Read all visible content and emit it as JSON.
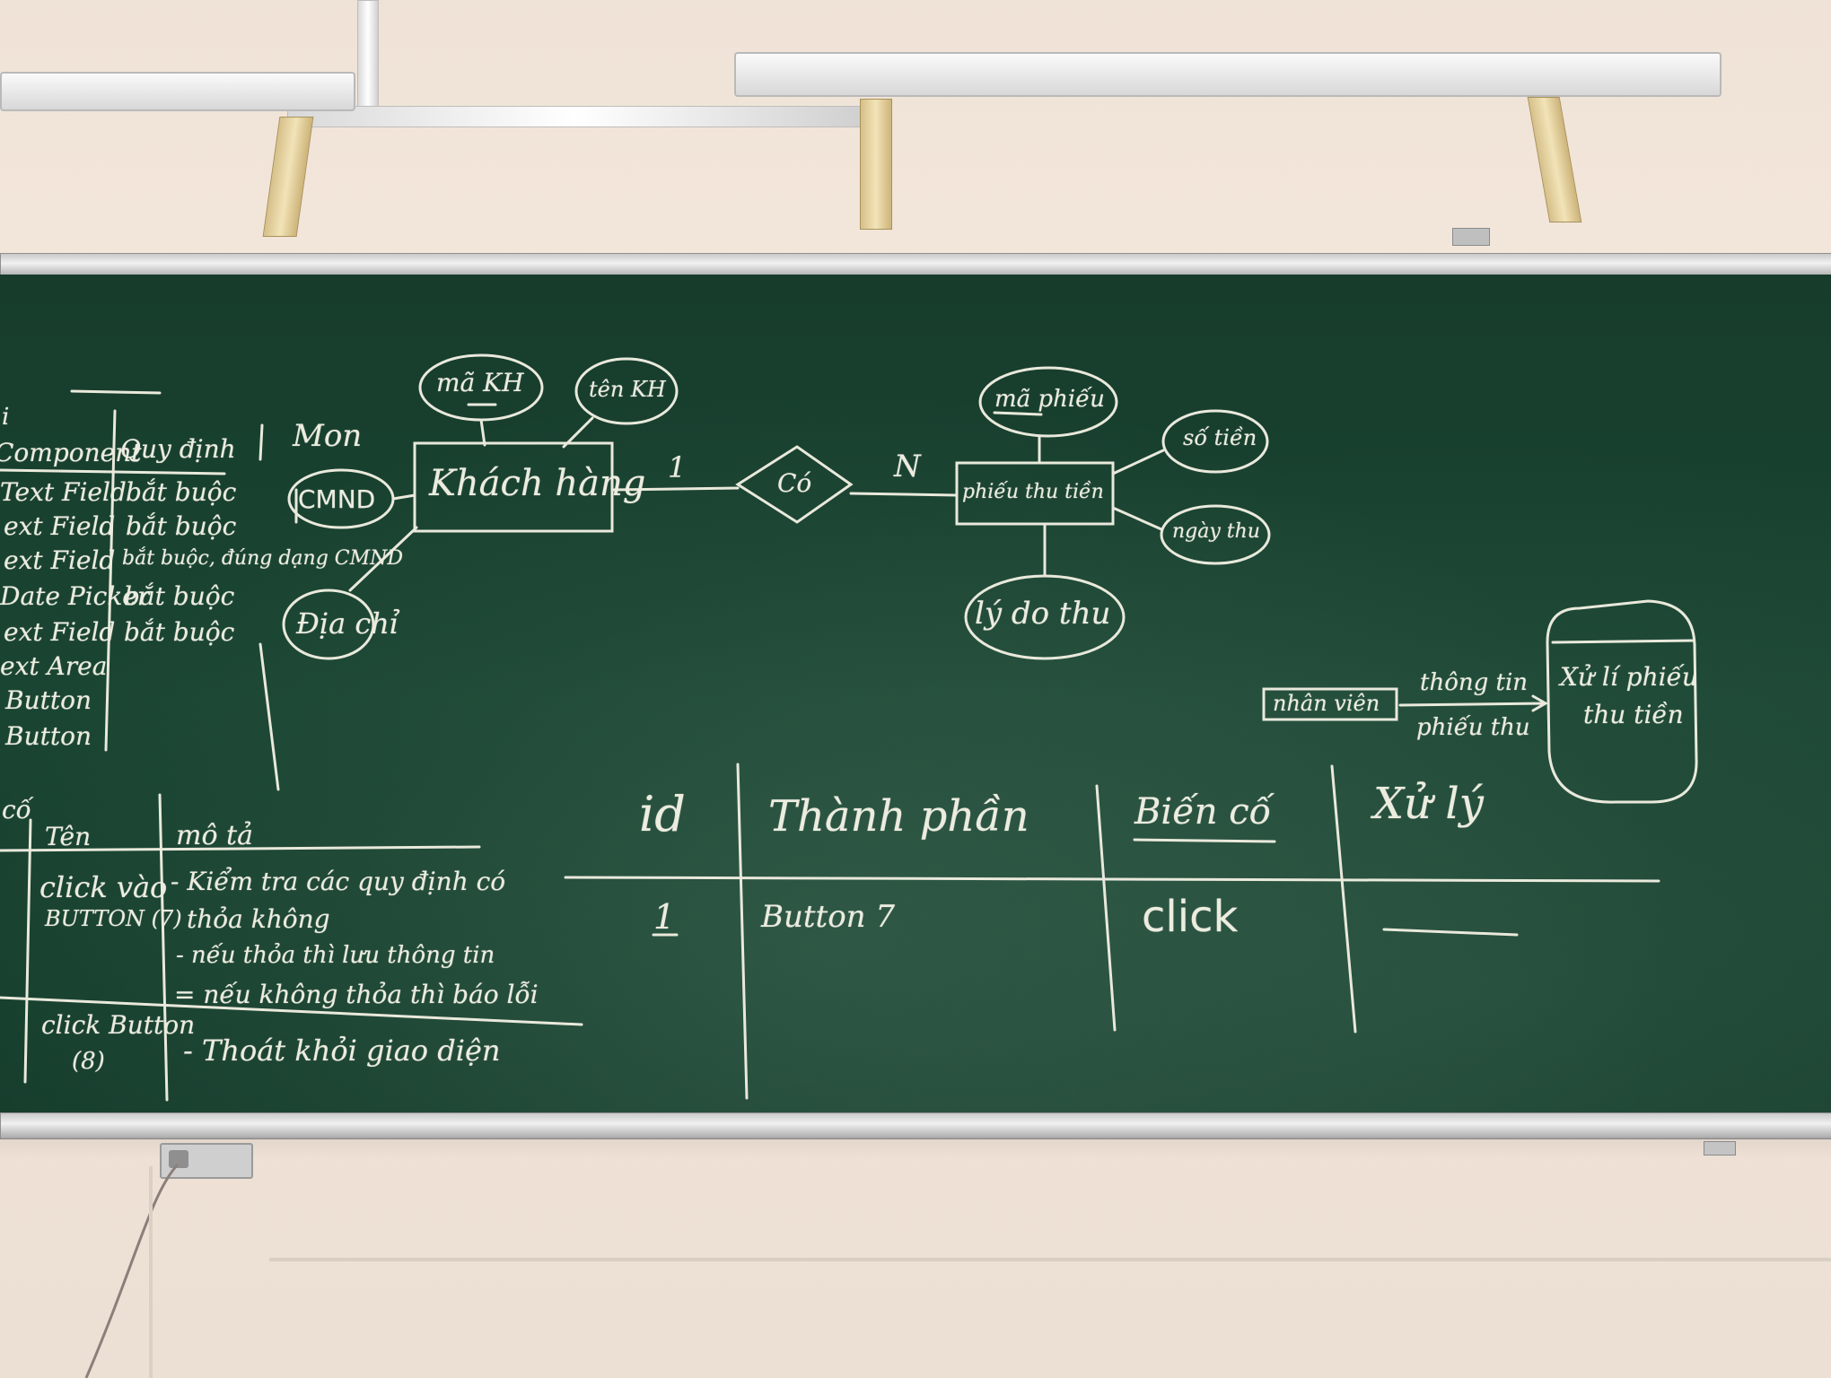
{
  "board": {
    "left_table": {
      "header_top": "i",
      "headers": [
        "Component",
        "Quy định"
      ],
      "rows": [
        {
          "component": "Text Field",
          "rule": "bắt buộc"
        },
        {
          "component": "ext Field",
          "rule": "bắt buộc"
        },
        {
          "component": "ext Field",
          "rule": "bắt buộc, đúng dạng CMND"
        },
        {
          "component": "Date Picker",
          "rule": "bắt buộc"
        },
        {
          "component": "ext Field",
          "rule": "bắt buộc"
        },
        {
          "component": "ext Area",
          "rule": ""
        },
        {
          "component": "Button",
          "rule": ""
        },
        {
          "component": "Button",
          "rule": ""
        }
      ],
      "side_note": "Mon"
    },
    "er_diagram": {
      "entity_1": "Khách hàng",
      "entity_2": "phiếu thu tiền",
      "relationship": "Có",
      "cardinality_1": "1",
      "cardinality_n": "N",
      "attributes_1": [
        "mã KH",
        "tên KH",
        "CMND",
        "Địa chỉ"
      ],
      "attributes_2": [
        "mã phiếu",
        "số tiền",
        "ngày thu",
        "lý do thu"
      ]
    },
    "dfd": {
      "actor": "nhân viên",
      "flow_label_1": "thông tin",
      "flow_label_2": "phiếu thu",
      "process_line_1": "Xử lí phiếu",
      "process_line_2": "thu tiền"
    },
    "event_table": {
      "header_top": "cố",
      "headers": [
        "Tên",
        "mô tả"
      ],
      "rows": [
        {
          "name_1": "click vào",
          "name_2": "BUTTON (7)",
          "desc": [
            "- Kiểm tra các quy định có",
            "thỏa không",
            "- nếu thỏa thì lưu thông tin",
            "= nếu không thỏa thì báo lỗi"
          ]
        },
        {
          "name_1": "click Button",
          "name_2": "(8)",
          "desc": [
            "- Thoát khỏi giao diện"
          ]
        }
      ]
    },
    "bottom_table": {
      "headers": [
        "id",
        "Thành phần",
        "Biến cố",
        "Xử lý"
      ],
      "row": [
        "1",
        "Button 7",
        "click",
        ""
      ]
    }
  }
}
